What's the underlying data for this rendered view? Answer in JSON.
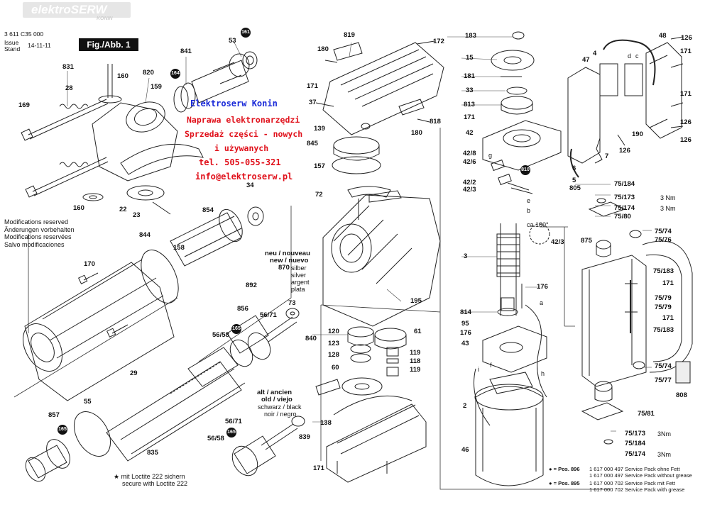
{
  "watermark": {
    "brand": "elektroSERW",
    "sub": "KONIN"
  },
  "header": {
    "part_number": "3 611 C35 000",
    "issue_label": "Issue",
    "stand_label": "Stand",
    "date": "14-11-11",
    "figure": "Fig./Abb. 1"
  },
  "modifications": [
    "Modifications reserved",
    "Änderungen vorbehalten",
    "Modifications reservées",
    "Salvo modificaciones"
  ],
  "advert": {
    "title": "Elektroserw Konin",
    "line1": "Naprawa elektronarzędzi",
    "line2": "Sprzedaż części - nowych",
    "line3": "i używanych",
    "phone": "tel. 505-055-321",
    "email": "info@elektroserw.pl",
    "title_color": "#1a2ad8",
    "text_color": "#e0101a"
  },
  "variant_labels": {
    "new": [
      "neu / nouveau",
      "new / nuevo"
    ],
    "old": [
      "alt / ancien",
      "old / viejo"
    ],
    "silver": [
      "silber",
      "silver",
      "argent",
      "plata"
    ],
    "black": [
      "schwarz / black",
      "noir / negro"
    ],
    "rotate": "ca.180°"
  },
  "footnotes": {
    "loctite_de": "★ mit Loctite 222 sichern",
    "loctite_en": "secure with Loctite 222",
    "pos896": "● = Pos. 896",
    "pos896_a": "1 617 000 497 Service Pack ohne Fett",
    "pos896_b": "1 617 000 497 Service Pack without grease",
    "pos895": "● = Pos. 895",
    "pos895_a": "1 617 000 702 Service Pack mit Fett",
    "pos895_b": "1 617 000 702 Service Pack with grease"
  },
  "torques": {
    "t173": "3 Nm",
    "t174": "3 Nm",
    "t173b": "3Nm",
    "t174b": "3Nm"
  },
  "callouts": {
    "c161": "161",
    "c164": "164",
    "c165a": "165",
    "c165b": "165",
    "c165c": "165",
    "c810": "810"
  },
  "part_labels": {
    "p831": "831",
    "p28": "28",
    "p169": "169",
    "p160a": "160",
    "p160b": "160",
    "p820": "820",
    "p159": "159",
    "p841": "841",
    "p53": "53",
    "p22": "22",
    "p23": "23",
    "p34": "34",
    "p854": "854",
    "p844": "844",
    "p158": "158",
    "p170": "170",
    "p892": "892",
    "p856": "856",
    "p5671a": "56/71",
    "p5658a": "56/58",
    "p870": "870",
    "p73": "73",
    "p29": "29",
    "p55": "55",
    "p857": "857",
    "p835": "835",
    "p5671b": "56/71",
    "p5658b": "56/58",
    "p819": "819",
    "p180a": "180",
    "p172": "172",
    "p171a": "171",
    "p37": "37",
    "p818": "818",
    "p180b": "180",
    "p139": "139",
    "p845": "845",
    "p157": "157",
    "p72": "72",
    "p195": "195",
    "p840": "840",
    "p120": "120",
    "p123": "123",
    "p128": "128",
    "p61": "61",
    "p119a": "119",
    "p118": "118",
    "p119b": "119",
    "p60": "60",
    "p138": "138",
    "p839": "839",
    "p171b": "171",
    "p183": "183",
    "p15": "15",
    "p181": "181",
    "p33": "33",
    "p813": "813",
    "p171c": "171",
    "p42": "42",
    "p42_8": "42/8",
    "p42_6": "42/6",
    "p42_2": "42/2",
    "p42_3a": "42/3",
    "p42_3b": "42/3",
    "p3": "3",
    "p176a": "176",
    "p814": "814",
    "p95": "95",
    "p176b": "176",
    "p43": "43",
    "p2": "2",
    "p46": "46",
    "p48": "48",
    "p126a": "126",
    "p4": "4",
    "p47": "47",
    "p171d": "171",
    "p171e": "171",
    "p190": "190",
    "p126b": "126",
    "p126c": "126",
    "p7": "7",
    "p6": "6",
    "p5": "5",
    "p805": "805",
    "p75_184a": "75/184",
    "p75_173a": "75/173",
    "p75_174a": "75/174",
    "p75_80": "75/80",
    "p875": "875",
    "p75_74a": "75/74",
    "p75_76": "75/76",
    "p75_183a": "75/183",
    "p171f": "171",
    "p75_79a": "75/79",
    "p75_79b": "75/79",
    "p171g": "171",
    "p75_183b": "75/183",
    "p75_74b": "75/74",
    "p75_77": "75/77",
    "p808": "808",
    "p75_81": "75/81",
    "p75_173b": "75/173",
    "p75_184b": "75/184",
    "p75_174b": "75/174",
    "pa": "a",
    "pb": "b",
    "pc": "c",
    "pd": "d",
    "pe": "e",
    "pf": "f",
    "pg": "g",
    "ph": "h",
    "pi": "i"
  }
}
